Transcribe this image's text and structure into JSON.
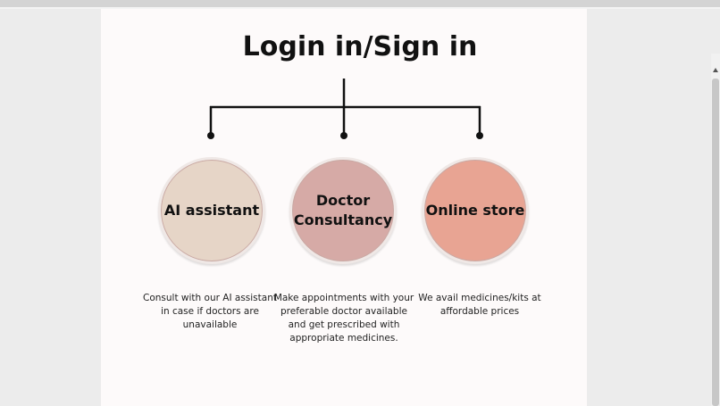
{
  "title": "Login in/Sign in",
  "nodes": [
    {
      "label": "AI assistant",
      "description": "Consult with our AI assistant in case if doctors are unavailable",
      "color": "#e6d5c7"
    },
    {
      "label": "Doctor\nConsultancy",
      "description": "Make appointments with your preferable doctor available and get prescribed with appropriate medicines.",
      "color": "#d6aaa6"
    },
    {
      "label": "Online store",
      "description": "We avail medicines/kits at affordable prices",
      "color": "#e8a493"
    }
  ],
  "colors": {
    "background": "#ececec",
    "slide": "#fdfafa",
    "connector": "#111111"
  }
}
